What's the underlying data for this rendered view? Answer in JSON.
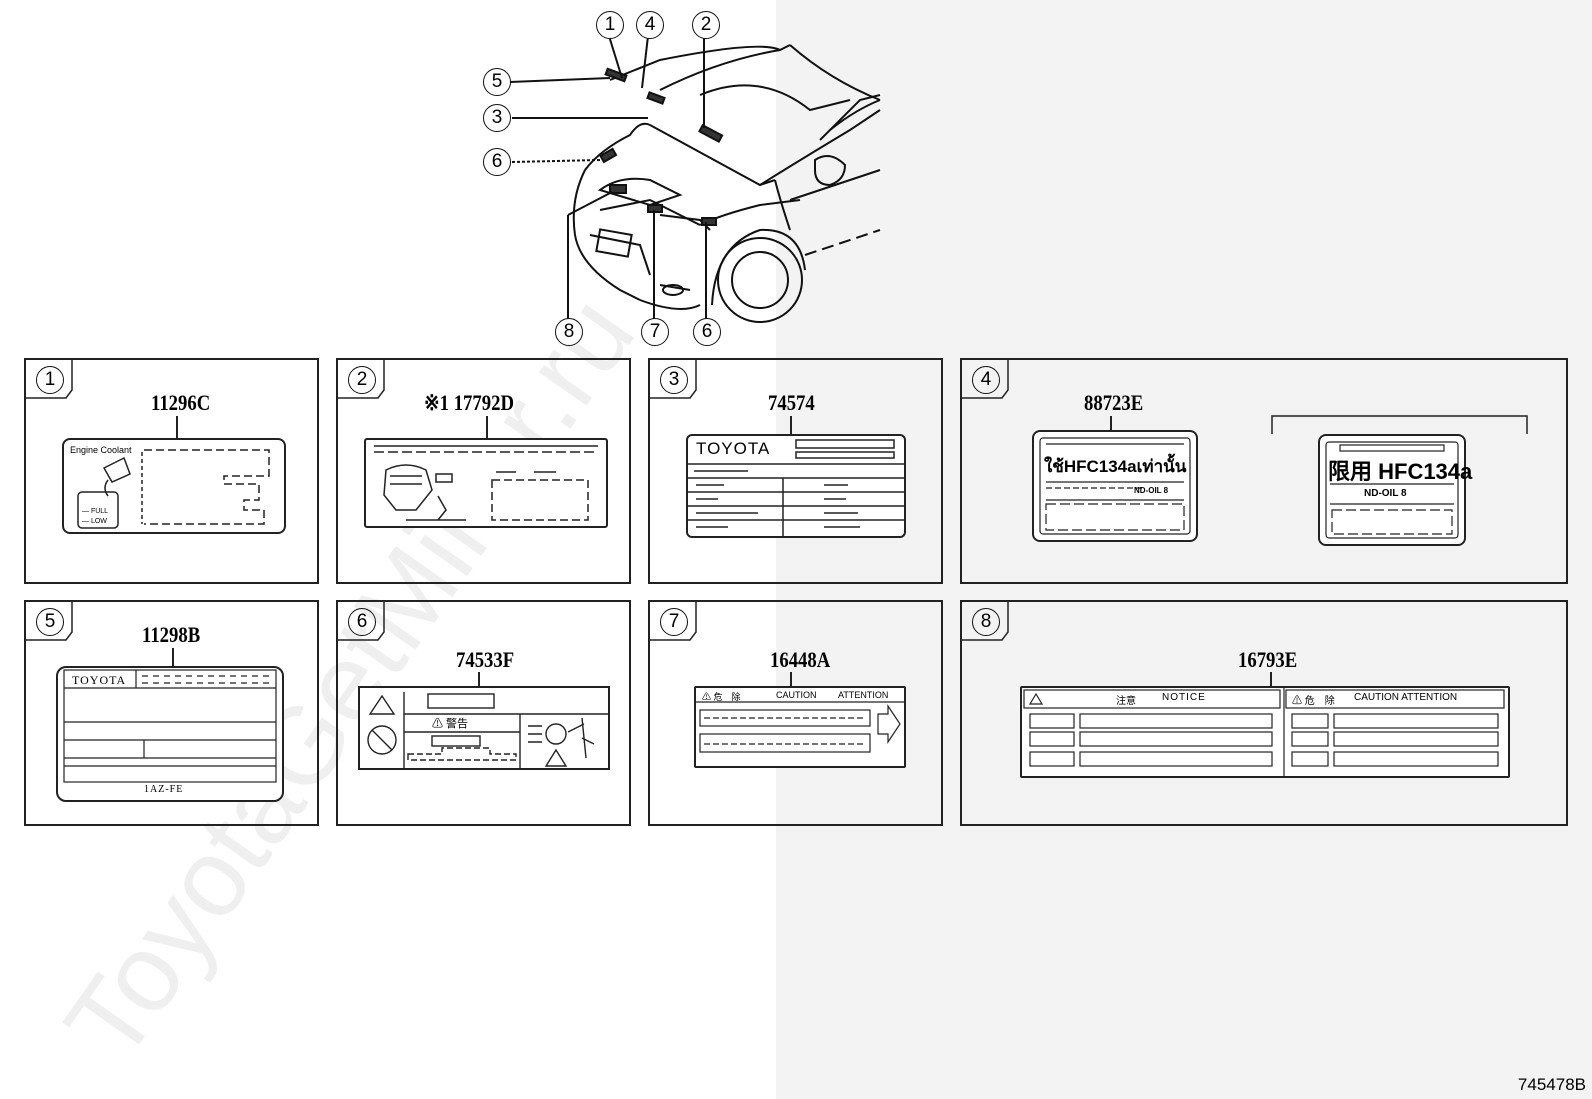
{
  "diagram": {
    "callouts": [
      "1",
      "2",
      "3",
      "4",
      "5",
      "6",
      "7",
      "8",
      "6"
    ],
    "document_number": "745478B",
    "watermark": "ToyotaGetMiner.ru",
    "panels": [
      {
        "number": "1",
        "part_code": "11296C",
        "label_title": "Engine Coolant",
        "gauge_marks": [
          "— FULL",
          "— LOW"
        ]
      },
      {
        "number": "2",
        "part_code": "※1 17792D"
      },
      {
        "number": "3",
        "part_code": "74574",
        "brand": "TOYOTA"
      },
      {
        "number": "4",
        "part_code": "88723E",
        "variant_a_text": "ใช้HFC134aเท่านั้น",
        "variant_a_oil": "ND-OIL 8",
        "variant_b_text": "限用 HFC134a",
        "variant_b_oil": "ND-OIL 8"
      },
      {
        "number": "5",
        "part_code": "11298B",
        "brand": "TOYOTA",
        "engine_code": "1AZ-FE"
      },
      {
        "number": "6",
        "part_code": "74533F",
        "warning_text": "⚠ 警告"
      },
      {
        "number": "7",
        "part_code": "16448A",
        "header_left": "⚠ 危　除",
        "header_mid": "CAUTION",
        "header_right": "ATTENTION"
      },
      {
        "number": "8",
        "part_code": "16793E",
        "header_a_jp": "注意",
        "header_a_en": "NOTICE",
        "header_b_jp": "⚠ 危　除",
        "header_b_en": "CAUTION ATTENTION"
      }
    ]
  }
}
